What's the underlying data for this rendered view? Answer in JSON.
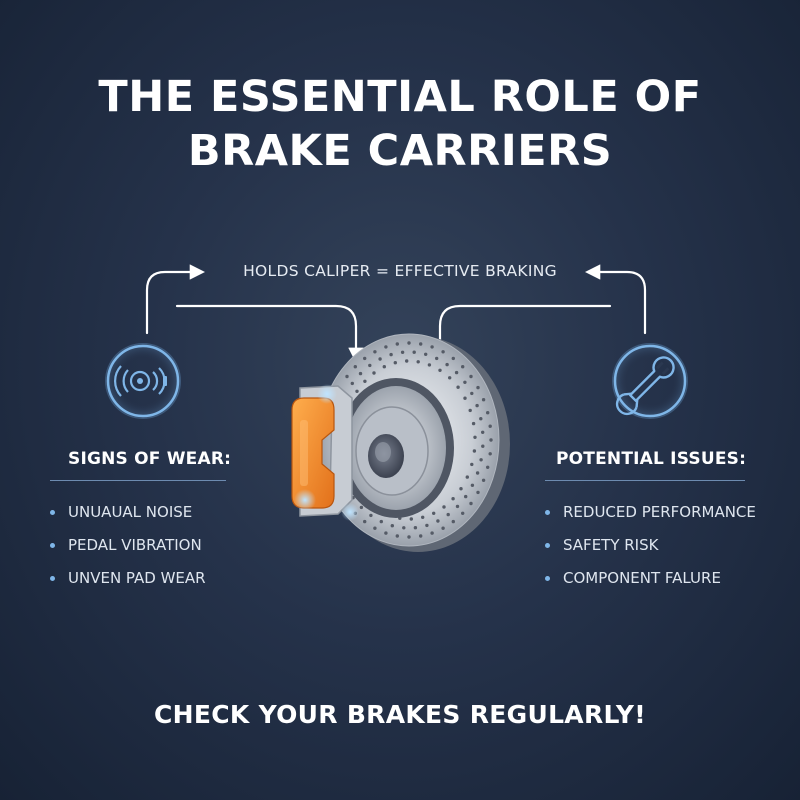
{
  "title": {
    "line1": "THE ESSENTIAL ROLE OF",
    "line2": "BRAKE CARRIERS"
  },
  "top_label": "HOLDS CALIPER = EFFECTIVE BRAKING",
  "left_panel": {
    "icon": "brake-wear-icon",
    "heading": "SIGNS OF WEAR:",
    "items": [
      "UNUAUAL NOISE",
      "PEDAL VIBRATION",
      "UNVEN PAD WEAR"
    ]
  },
  "right_panel": {
    "icon": "wrench-icon",
    "heading": "POTENTIAL ISSUES:",
    "items": [
      "REDUCED PERFORMANCE",
      "SAFETY RISK",
      "COMPONENT FALURE"
    ]
  },
  "center_graphic": {
    "icon": "brake-disc-caliper",
    "caliper_color": "#f08a24",
    "accent_color": "#7fb6e8"
  },
  "cta": "CHECK YOUR BRAKES REGULARLY!"
}
